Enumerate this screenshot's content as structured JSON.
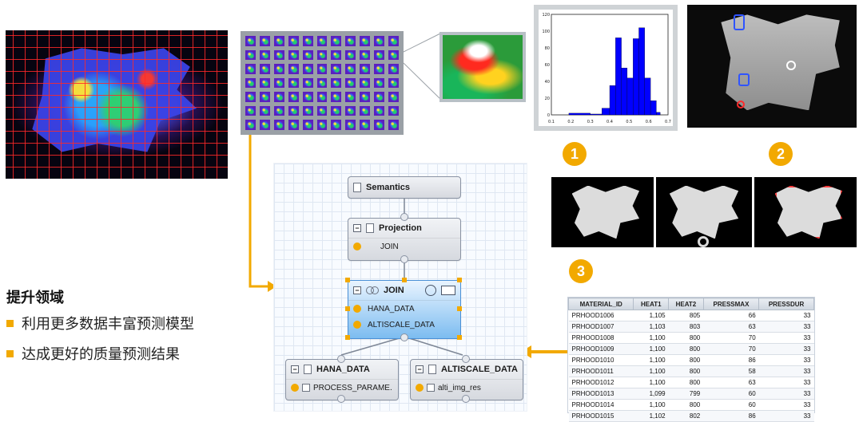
{
  "left_panel": {
    "title": "提升领域",
    "bullets": [
      "利用更多数据丰富预测模型",
      "达成更好的质量预测结果"
    ]
  },
  "steps": [
    "1",
    "2",
    "3"
  ],
  "diagram": {
    "semantics": {
      "label": "Semantics"
    },
    "projection": {
      "label": "Projection",
      "row": "JOIN"
    },
    "join": {
      "label": "JOIN",
      "rows": [
        "HANA_DATA",
        "ALTISCALE_DATA"
      ]
    },
    "hana_data": {
      "label": "HANA_DATA",
      "row": "PROCESS_PARAME."
    },
    "altiscale_data": {
      "label": "ALTISCALE_DATA",
      "row": "alti_img_res"
    }
  },
  "chart_data": {
    "type": "bar",
    "x_ticks": [
      "0.1",
      "0.2",
      "0.3",
      "0.4",
      "0.5",
      "0.6",
      "0.7"
    ],
    "y_ticks": [
      "0",
      "20",
      "40",
      "60",
      "80",
      "100",
      "120"
    ],
    "xlim": [
      0.1,
      0.7
    ],
    "ylim": [
      0,
      120
    ],
    "bins": [
      {
        "x0": 0.19,
        "x1": 0.3,
        "value": 2
      },
      {
        "x0": 0.3,
        "x1": 0.36,
        "value": 1
      },
      {
        "x0": 0.36,
        "x1": 0.4,
        "value": 8
      },
      {
        "x0": 0.4,
        "x1": 0.43,
        "value": 35
      },
      {
        "x0": 0.43,
        "x1": 0.46,
        "value": 92
      },
      {
        "x0": 0.46,
        "x1": 0.49,
        "value": 56
      },
      {
        "x0": 0.49,
        "x1": 0.52,
        "value": 44
      },
      {
        "x0": 0.52,
        "x1": 0.55,
        "value": 91
      },
      {
        "x0": 0.55,
        "x1": 0.58,
        "value": 104
      },
      {
        "x0": 0.58,
        "x1": 0.61,
        "value": 44
      },
      {
        "x0": 0.61,
        "x1": 0.64,
        "value": 17
      },
      {
        "x0": 0.64,
        "x1": 0.66,
        "value": 3
      }
    ],
    "bar_color": "#0000ff",
    "grid": false
  },
  "table": {
    "columns": [
      "MATERIAL_ID",
      "HEAT1",
      "HEAT2",
      "PRESSMAX",
      "PRESSDUR"
    ],
    "rows": [
      [
        "PRHOOD1006",
        "1,105",
        "805",
        "66",
        "33"
      ],
      [
        "PRHOOD1007",
        "1,103",
        "803",
        "63",
        "33"
      ],
      [
        "PRHOOD1008",
        "1,100",
        "800",
        "70",
        "33"
      ],
      [
        "PRHOOD1009",
        "1,100",
        "800",
        "70",
        "33"
      ],
      [
        "PRHOOD1010",
        "1,100",
        "800",
        "86",
        "33"
      ],
      [
        "PRHOOD1011",
        "1,100",
        "800",
        "58",
        "33"
      ],
      [
        "PRHOOD1012",
        "1,100",
        "800",
        "63",
        "33"
      ],
      [
        "PRHOOD1013",
        "1,099",
        "799",
        "60",
        "33"
      ],
      [
        "PRHOOD1014",
        "1,100",
        "800",
        "60",
        "33"
      ],
      [
        "PRHOOD1015",
        "1,102",
        "802",
        "86",
        "33"
      ]
    ]
  },
  "colors": {
    "accent": "#f2a900",
    "connector": "#f2a900"
  }
}
